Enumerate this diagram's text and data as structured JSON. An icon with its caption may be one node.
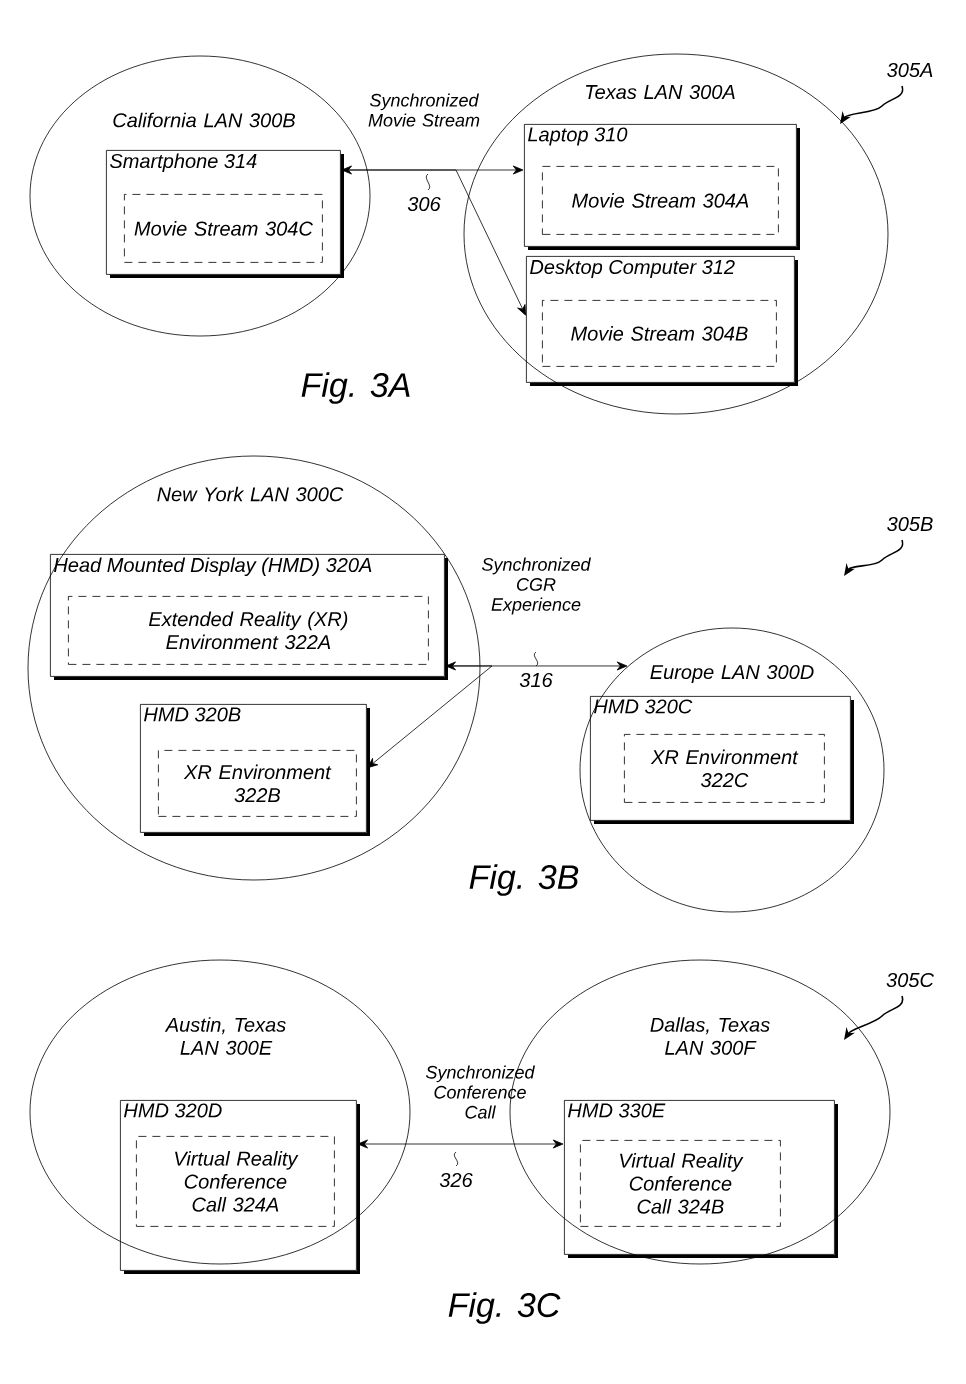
{
  "diagram": {
    "nodes": [
      {
        "text": [
          "California LAN 300B"
        ]
      },
      {
        "text": [
          "Smartphone 314"
        ],
        "in": 0
      },
      {
        "text": [
          "Movie Stream 304C"
        ],
        "in": 1
      },
      {
        "text": [
          "Texas LAN 300A"
        ]
      },
      {
        "text": [
          "Laptop 310"
        ],
        "in": 3
      },
      {
        "text": [
          "Movie Stream 304A"
        ],
        "in": 4
      },
      {
        "text": [
          "Desktop Computer 312"
        ],
        "in": 3
      },
      {
        "text": [
          "Movie Stream 304B"
        ],
        "in": 6
      },
      {
        "text": [
          "New York LAN 300C"
        ]
      },
      {
        "text": [
          "Head Mounted Display (HMD) 320A"
        ],
        "in": 8
      },
      {
        "text": [
          "Extended Reality (XR) Environment 322A"
        ],
        "in": 9
      },
      {
        "text": [
          "HMD 320B"
        ],
        "in": 8
      },
      {
        "text": [
          "XR Environment 322B"
        ],
        "in": 11
      },
      {
        "text": [
          "Europe LAN 300D"
        ]
      },
      {
        "text": [
          "HMD 320C"
        ],
        "in": 13
      },
      {
        "text": [
          "XR Environment 322C"
        ],
        "in": 14
      },
      {
        "text": [
          "Austin, Texas LAN 300E"
        ]
      },
      {
        "text": [
          "HMD 320D"
        ],
        "in": 16
      },
      {
        "text": [
          "Virtual Reality Conference Call 324A"
        ],
        "in": 17
      },
      {
        "text": [
          "Dallas, Texas LAN 300F"
        ]
      },
      {
        "text": [
          "HMD 330E"
        ],
        "in": 19
      },
      {
        "text": [
          "Virtual Reality Conference Call 324B"
        ],
        "in": 20
      }
    ],
    "edges": [
      {
        "from": 1,
        "to": 4,
        "arrow": "both",
        "label": "Synchronized Movie Stream"
      },
      {
        "from": 1,
        "to": 6,
        "arrow": "to"
      },
      {
        "from": 9,
        "to": 13,
        "arrow": "both",
        "label": "Synchronized CGR Experience"
      },
      {
        "from": 9,
        "to": 11,
        "arrow": "to"
      },
      {
        "from": 17,
        "to": 20,
        "arrow": "both",
        "label": "Synchronized Conference Call"
      }
    ],
    "labels": [
      "305A",
      "306",
      "Fig. 3A",
      "305B",
      "316",
      "Fig. 3B",
      "305C",
      "326",
      "Fig. 3C"
    ]
  }
}
